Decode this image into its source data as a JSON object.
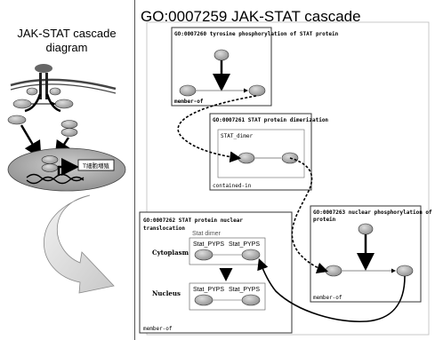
{
  "left_title": "JAK-STAT cascade diagram",
  "main_title": "GO:0007259 JAK-STAT cascade",
  "cell_diagram": {
    "box_label": "T細胞増殖"
  },
  "panels": {
    "panel1": {
      "caption": "GO:0007260 tyrosine phosphorylation of STAT protein",
      "footer": "member-of"
    },
    "panel2": {
      "caption": "GO:0007261 STAT protein dimerization",
      "inner_label": "STAT_dimer",
      "footer": "contained-in"
    },
    "panel3": {
      "caption": "GO:0007262 STAT protein nuclear translocation",
      "cytoplasm_label": "Cytoplasm",
      "nucleus_label": "Nucleus",
      "stat_dimer_label": "Stat dimer",
      "node_top_left": "Stat_PYPS",
      "node_top_right": "Stat_PYPS",
      "node_bottom_left": "Stat_PYPS",
      "node_bottom_right": "Stat_PYPS",
      "footer": "member-of"
    },
    "panel4": {
      "caption": "GO:0007263 nuclear phosphorylation of STAT protein",
      "footer": "member-of"
    }
  },
  "colors": {
    "node_fill": "#aaaaaa",
    "panel_border": "#333333",
    "membrane": "#444444"
  }
}
